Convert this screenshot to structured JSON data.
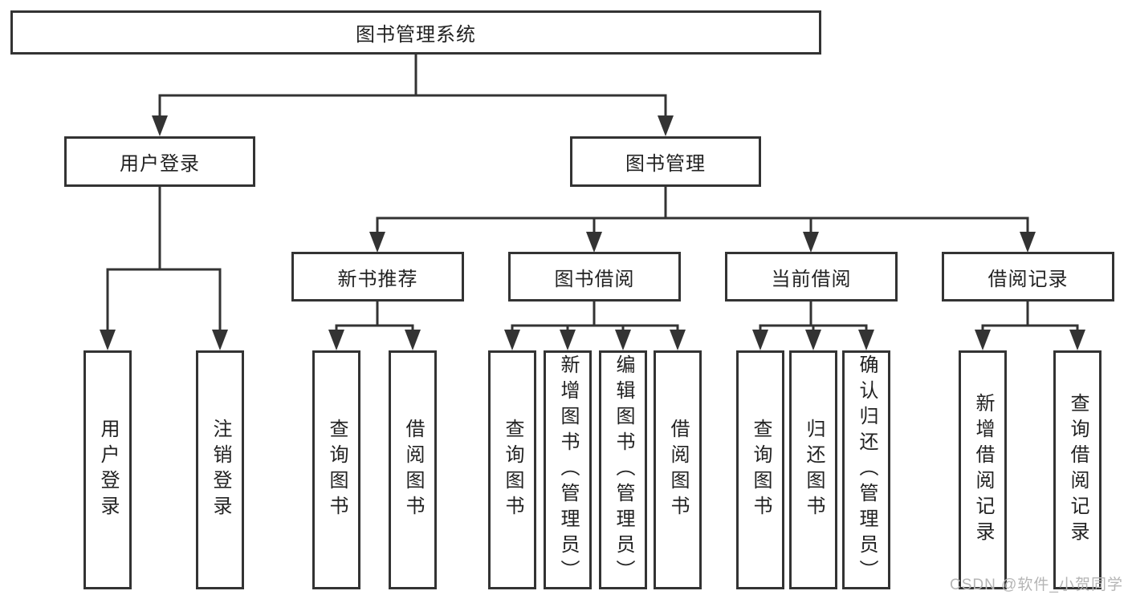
{
  "nodes": {
    "root": "图书管理系统",
    "user_login": "用户登录",
    "book_mgmt": "图书管理",
    "new_book_rec": "新书推荐",
    "book_borrow": "图书借阅",
    "current_borrow": "当前借阅",
    "borrow_record": "借阅记录",
    "leaf_user_login": "用户登录",
    "leaf_logout": "注销登录",
    "leaf_nr_query_book": "查询图书",
    "leaf_nr_borrow_book": "借阅图书",
    "leaf_bb_query_book": "查询图书",
    "leaf_bb_add_book": "新增图书（管理员）",
    "leaf_bb_edit_book": "编辑图书（管理员）",
    "leaf_bb_borrow_book": "借阅图书",
    "leaf_cb_query_book": "查询图书",
    "leaf_cb_return_book": "归还图书",
    "leaf_cb_confirm_return": "确认归还（管理员）",
    "leaf_br_add_record": "新增借阅记录",
    "leaf_br_query_record": "查询借阅记录"
  },
  "hierarchy": {
    "图书管理系统": {
      "用户登录": [
        "用户登录",
        "注销登录"
      ],
      "图书管理": {
        "新书推荐": [
          "查询图书",
          "借阅图书"
        ],
        "图书借阅": [
          "查询图书",
          "新增图书（管理员）",
          "编辑图书（管理员）",
          "借阅图书"
        ],
        "当前借阅": [
          "查询图书",
          "归还图书",
          "确认归还（管理员）"
        ],
        "借阅记录": [
          "新增借阅记录",
          "查询借阅记录"
        ]
      }
    }
  },
  "watermark": "CSDN @软件_小贺同学",
  "colors": {
    "line": "#333333",
    "box_border": "#333333",
    "box_fill": "#ffffff",
    "text": "#222222",
    "watermark": "#b5b5b5",
    "background": "#ffffff"
  }
}
